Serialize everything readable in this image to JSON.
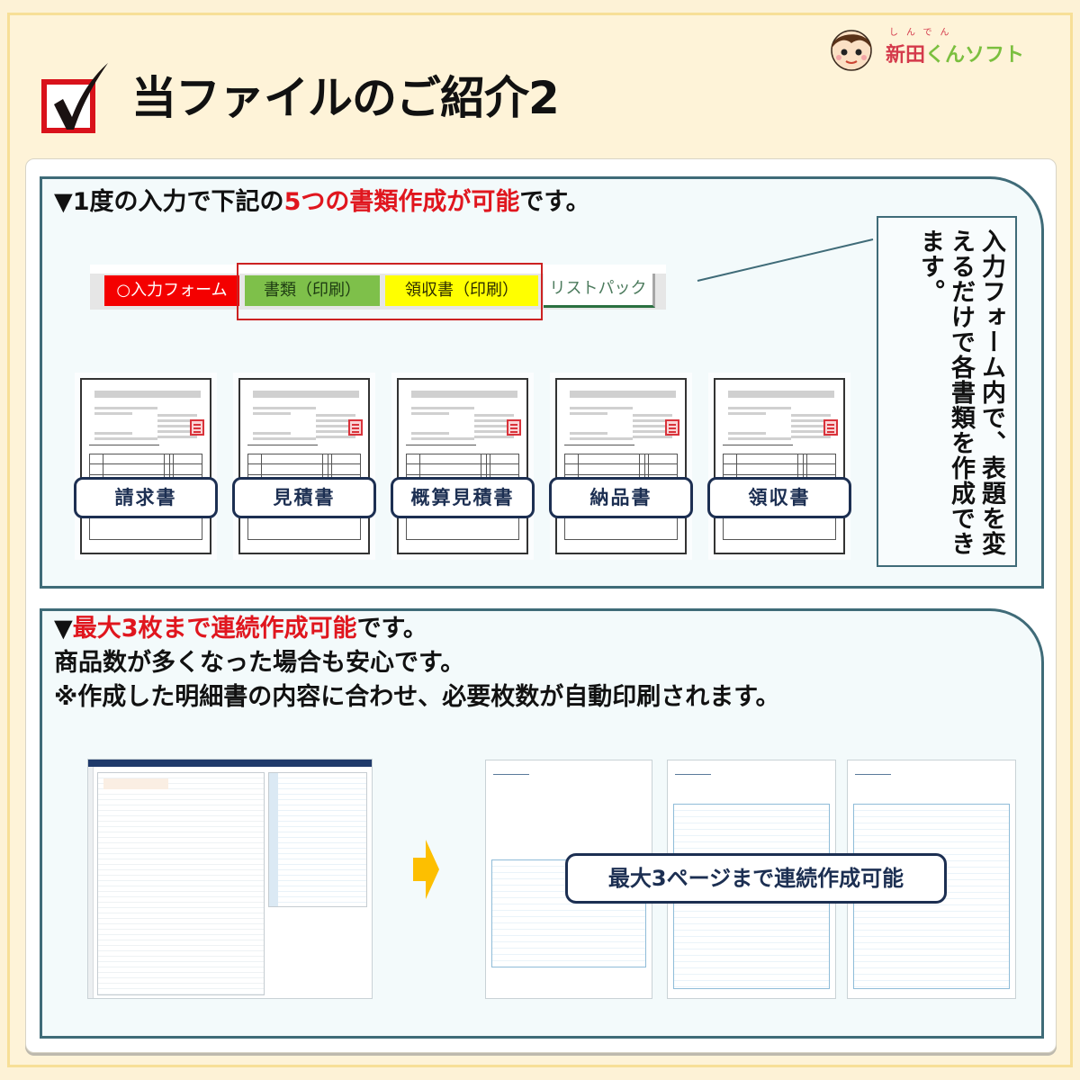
{
  "header": {
    "title": "当ファイルのご紹介2",
    "logo": {
      "ruby": "しんでん",
      "name_kanji": "新田",
      "name_rest": "くんソフト"
    }
  },
  "section1": {
    "headline_prefix": "▼1度の入力で下記の",
    "headline_highlight": "5つの書類作成が可能",
    "headline_suffix": "です。",
    "tabs": [
      {
        "label": "○入力フォーム",
        "color": "#f40000"
      },
      {
        "label": "書類（印刷）",
        "color": "#7ec04a"
      },
      {
        "label": "領収書（印刷）",
        "color": "#ffff00"
      },
      {
        "label": "リストパック",
        "color": "#ffffff"
      }
    ],
    "note": "入力フォーム内で、表題を変えるだけで各書類を作成できます。",
    "documents": [
      {
        "label": "請求書"
      },
      {
        "label": "見積書"
      },
      {
        "label": "概算見積書"
      },
      {
        "label": "納品書"
      },
      {
        "label": "領収書"
      }
    ]
  },
  "section2": {
    "line1_prefix": "▼",
    "line1_highlight": "最大3枚まで連続作成可能",
    "line1_suffix": "です。",
    "line2": "商品数が多くなった場合も安心です。",
    "line3": "※作成した明細書の内容に合わせ、必要枚数が自動印刷されます。",
    "callout": "最大3ページまで連続作成可能"
  },
  "colors": {
    "accent_red": "#e0161e",
    "navy": "#1c2f52",
    "box_border": "#3f6b78",
    "arrow": "#fdbf00",
    "background": "#fdf2d6"
  }
}
